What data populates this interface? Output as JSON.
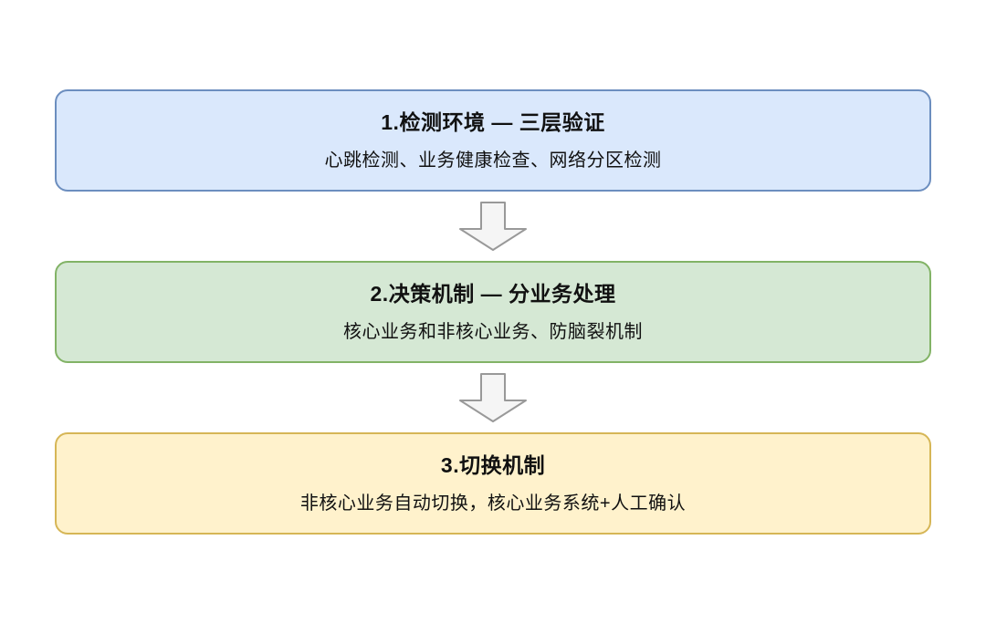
{
  "page": {
    "background": "#ffffff",
    "text_color": "#111111"
  },
  "flow": {
    "type": "vertical-flowchart",
    "steps": [
      {
        "id": "step-1-detection",
        "title": "1.检测环境 — 三层验证",
        "subtitle": "心跳检测、业务健康检查、网络分区检测",
        "fill": "#dae8fc",
        "border": "#6c8ebf"
      },
      {
        "id": "step-2-decision",
        "title": "2.决策机制 — 分业务处理",
        "subtitle": "核心业务和非核心业务、防脑裂机制",
        "fill": "#d5e8d4",
        "border": "#82b366"
      },
      {
        "id": "step-3-switch",
        "title": "3.切换机制",
        "subtitle": "非核心业务自动切换，核心业务系统+人工确认",
        "fill": "#fff2cc",
        "border": "#d6b656"
      }
    ],
    "arrow": {
      "direction": "down",
      "fill": "#f5f5f5",
      "stroke": "#999999"
    }
  }
}
